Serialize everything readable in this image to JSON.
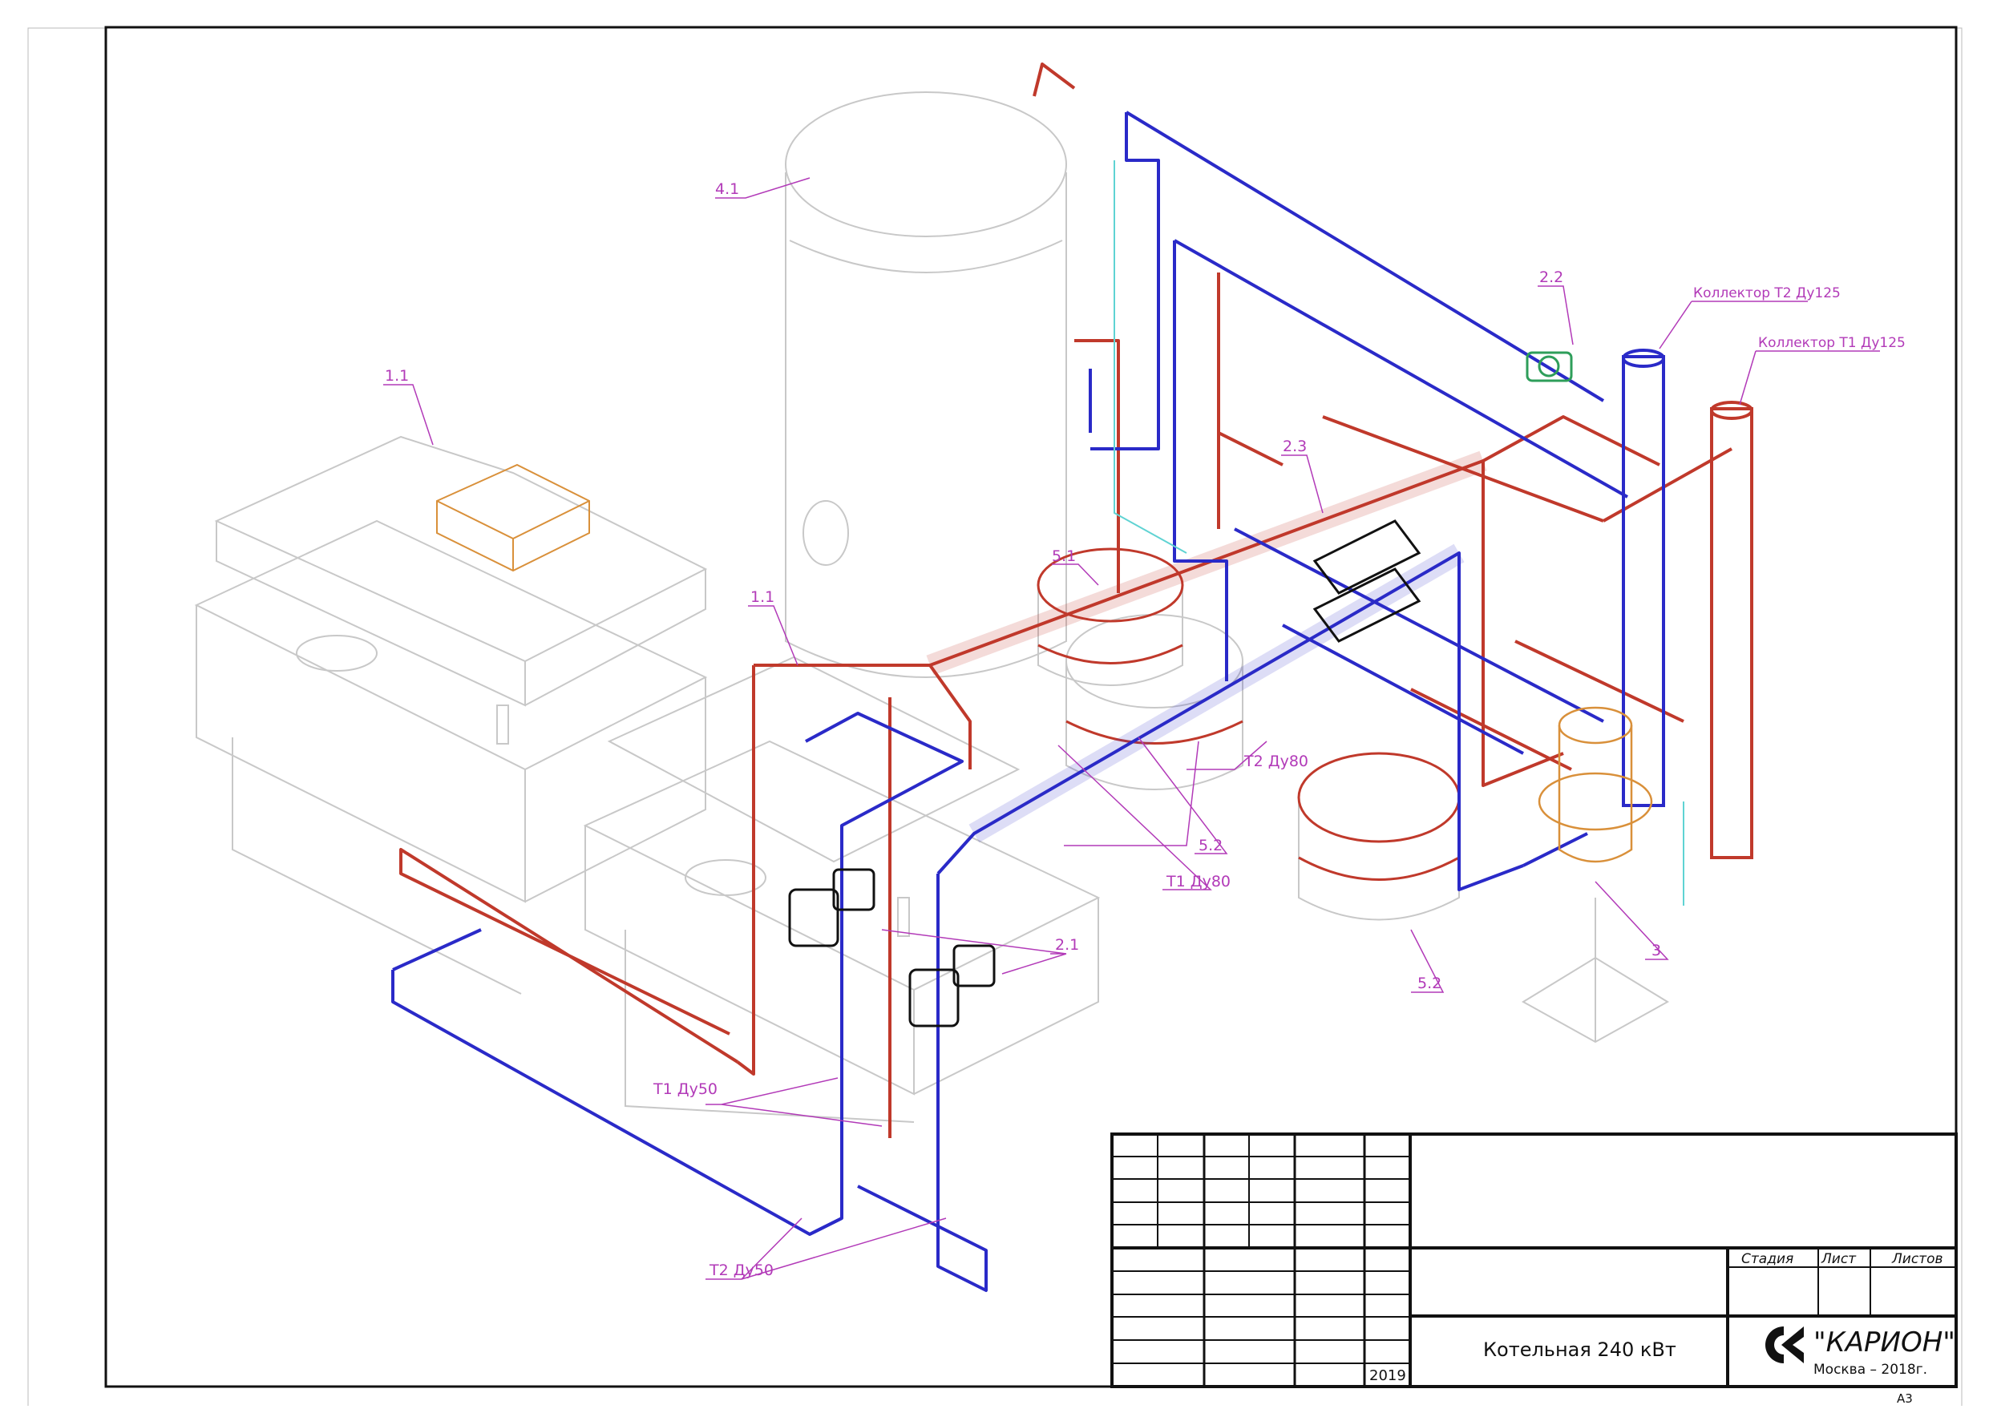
{
  "drawing": {
    "labels": {
      "tank_4_1": "4.1",
      "boiler_1_1_a": "1.1",
      "boiler_1_1_b": "1.1",
      "pump_2_2": "2.2",
      "pump_2_3": "2.3",
      "pumps_2_1": "2.1",
      "vessel_5_1": "5.1",
      "vessel_5_2_a": "5.2",
      "vessel_5_2_b": "5.2",
      "separator_3": "3",
      "collector_t2": "Коллектор Т2 Ду125",
      "collector_t1": "Коллектор Т1 Ду125",
      "pipe_t2_du80": "Т2 Ду80",
      "pipe_t1_du80": "Т1 Ду80",
      "pipe_t1_du50": "Т1 Ду50",
      "pipe_t2_du50": "Т2 Ду50"
    },
    "colors": {
      "supply": "#c0392b",
      "return": "#2a2ac8",
      "leader": "#b23ab8",
      "outline": "#c8c8c8",
      "brass": "#d9903a",
      "cold": "#5fd3d3"
    }
  },
  "title_block": {
    "col_stage": "Стадия",
    "col_sheet": "Лист",
    "col_sheets": "Листов",
    "project_title": "Котельная 240 кВт",
    "year": "2019",
    "company": "\"КАРИОН\"",
    "city_year": "Москва – 2018г."
  },
  "sheet_format": "А3"
}
